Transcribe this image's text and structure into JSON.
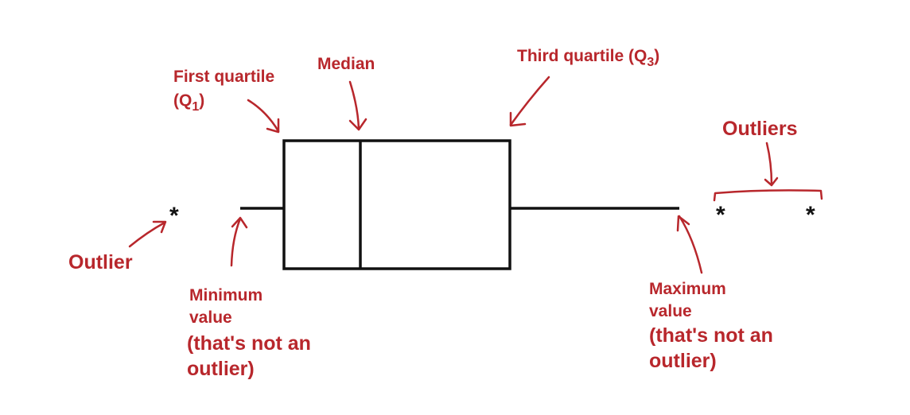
{
  "labels": {
    "first_quartile": "First quartile",
    "q1_open": "(Q",
    "q1_sub": "1",
    "q1_close": ")",
    "median": "Median",
    "third_quartile": "Third quartile (Q",
    "q3_sub": "3",
    "q3_close": ")",
    "outliers": "Outliers",
    "outlier": "Outlier",
    "minimum_line1": "Minimum",
    "minimum_line2": "value",
    "minimum_line3": "(that's not an",
    "minimum_line4": "outlier)",
    "maximum_line1": "Maximum",
    "maximum_line2": "value",
    "maximum_line3": "(that's not an",
    "maximum_line4": "outlier)",
    "star": "*"
  },
  "colors": {
    "annotation": "#b8272c",
    "plot": "#111111"
  }
}
